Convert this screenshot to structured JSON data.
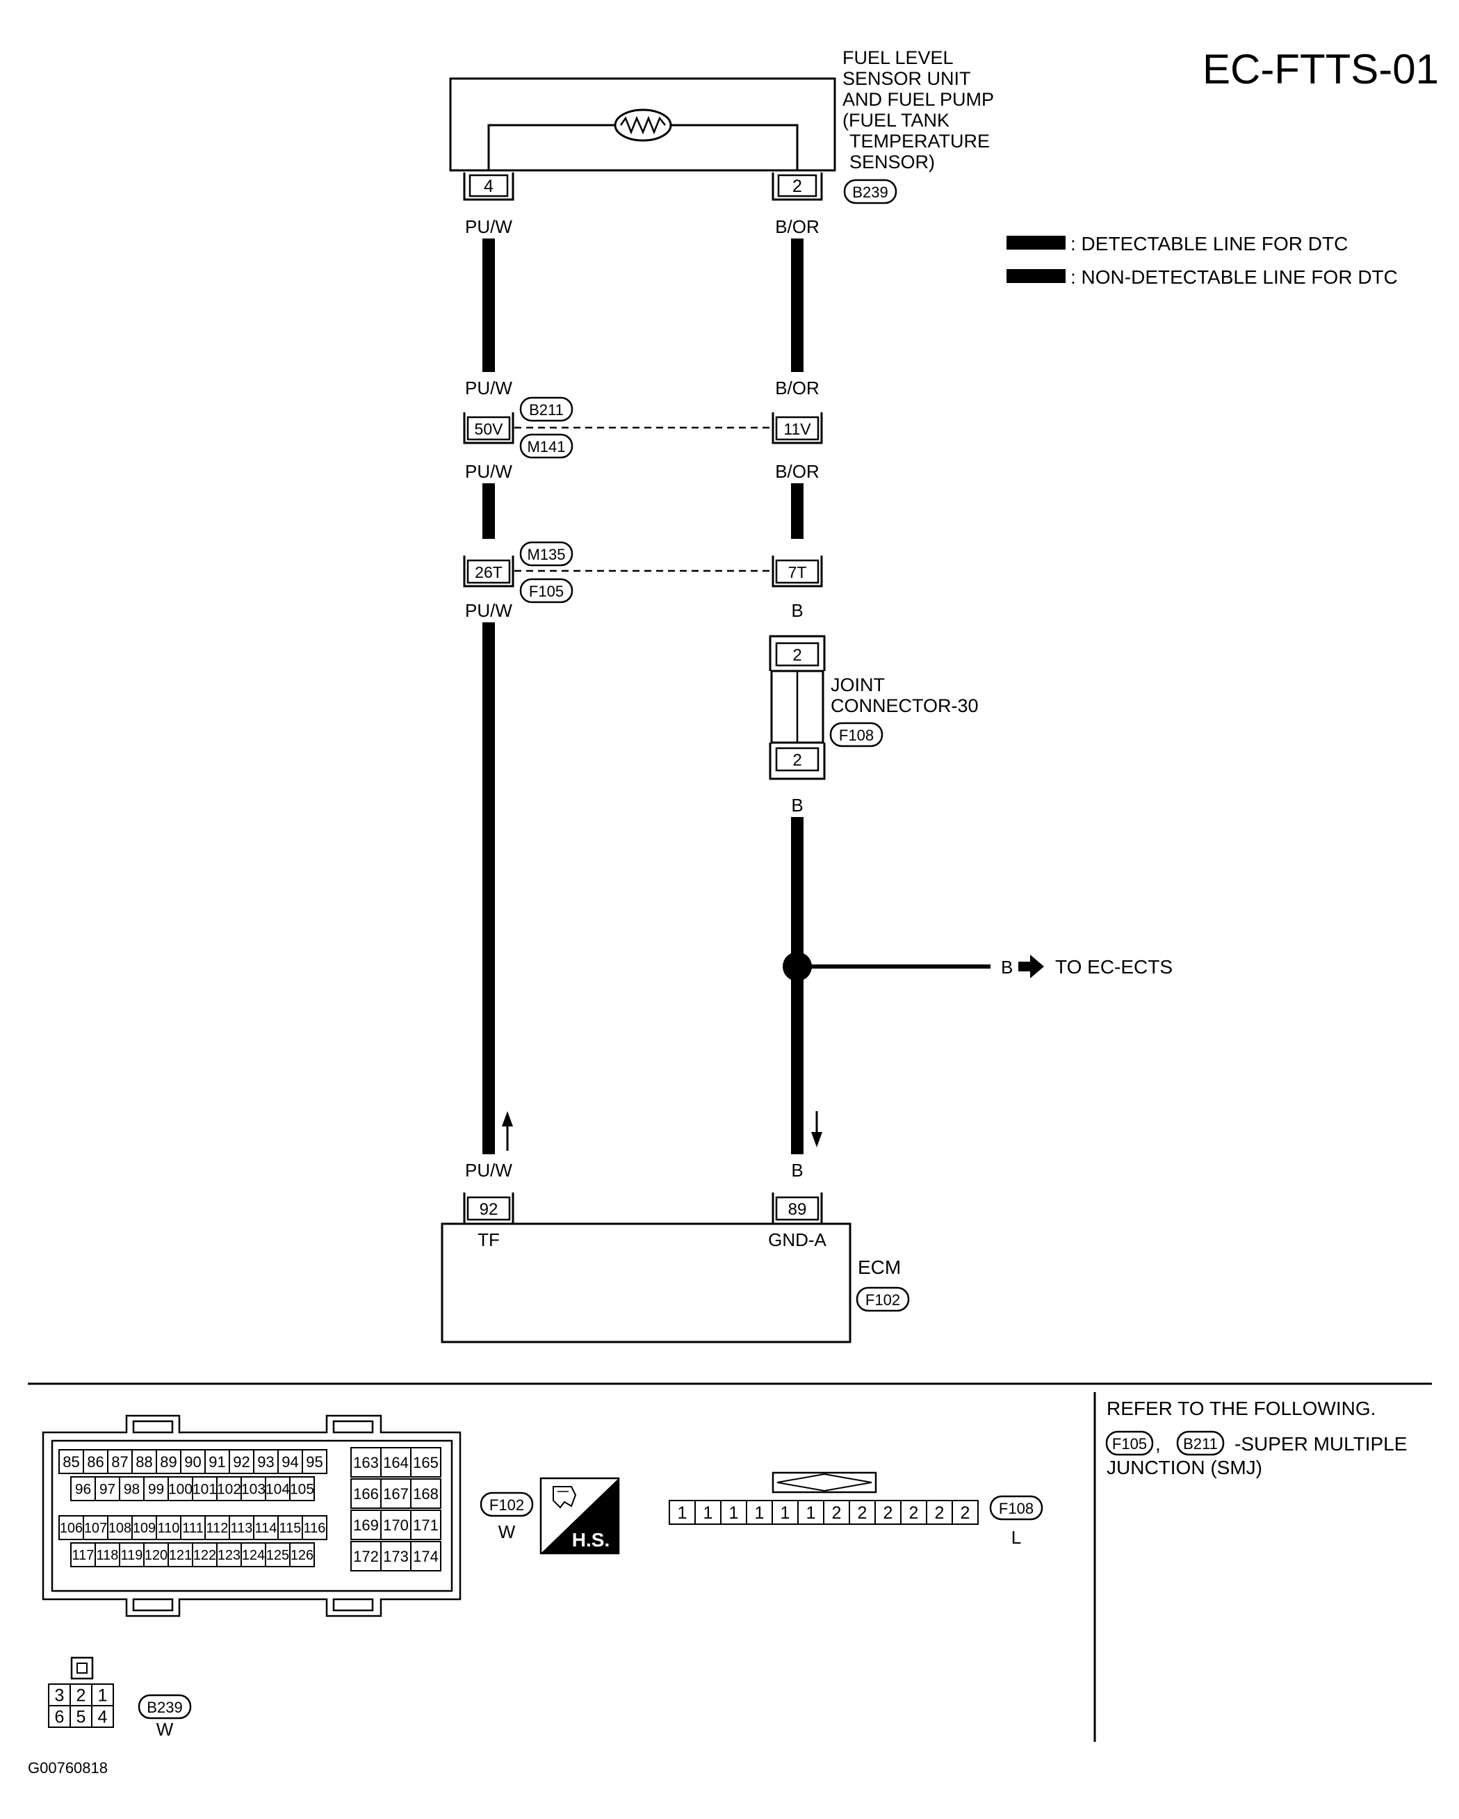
{
  "title": "EC-FTTS-01",
  "figure_id": "G00760818",
  "sensor": {
    "label_lines": [
      "FUEL LEVEL",
      "SENSOR UNIT",
      "AND FUEL PUMP",
      "(FUEL TANK",
      "TEMPERATURE",
      "SENSOR)"
    ],
    "connector": "B239",
    "pin_left": "4",
    "pin_right": "2"
  },
  "legend": {
    "detectable": ": DETECTABLE LINE FOR DTC",
    "non_detectable": ": NON-DETECTABLE LINE FOR DTC"
  },
  "wires": {
    "left": "PU/W",
    "right_top": "B/OR",
    "right_bottom": "B"
  },
  "connector_1": {
    "code_top": "B211",
    "code_bottom": "M141",
    "pin_left": "50V",
    "pin_right": "11V"
  },
  "connector_2": {
    "code_top": "M135",
    "code_bottom": "F105",
    "pin_left": "26T",
    "pin_right": "7T"
  },
  "joint": {
    "label_1": "JOINT",
    "label_2": "CONNECTOR-30",
    "connector": "F108",
    "pin_top": "2",
    "pin_bottom": "2"
  },
  "branch": {
    "wire": "B",
    "target": "TO EC-ECTS"
  },
  "ecm": {
    "label": "ECM",
    "connector": "F102",
    "pin_left": "92",
    "pin_right": "89",
    "term_left": "TF",
    "term_right": "GND-A"
  },
  "bottom": {
    "f102": {
      "code": "F102",
      "color": "W",
      "hs": "H.S."
    },
    "f102_pins": {
      "row1": [
        "85",
        "86",
        "87",
        "88",
        "89",
        "90",
        "91",
        "92",
        "93",
        "94",
        "95"
      ],
      "row2": [
        "96",
        "97",
        "98",
        "99",
        "100",
        "101",
        "102",
        "103",
        "104",
        "105"
      ],
      "row3": [
        "106",
        "107",
        "108",
        "109",
        "110",
        "111",
        "112",
        "113",
        "114",
        "115",
        "116"
      ],
      "row4": [
        "117",
        "118",
        "119",
        "120",
        "121",
        "122",
        "123",
        "124",
        "125",
        "126"
      ],
      "right": [
        [
          "163",
          "164",
          "165"
        ],
        [
          "166",
          "167",
          "168"
        ],
        [
          "169",
          "170",
          "171"
        ],
        [
          "172",
          "173",
          "174"
        ]
      ]
    },
    "f108": {
      "code": "F108",
      "color": "L",
      "pins": [
        "1",
        "1",
        "1",
        "1",
        "1",
        "1",
        "2",
        "2",
        "2",
        "2",
        "2",
        "2"
      ]
    },
    "b239": {
      "code": "B239",
      "color": "W",
      "row1": [
        "3",
        "2",
        "1"
      ],
      "row2": [
        "6",
        "5",
        "4"
      ]
    },
    "refer": {
      "line1": "REFER TO THE FOLLOWING.",
      "code1": "F105",
      "code2": "B211",
      "line2": "-SUPER MULTIPLE",
      "line3": "JUNCTION (SMJ)"
    }
  }
}
